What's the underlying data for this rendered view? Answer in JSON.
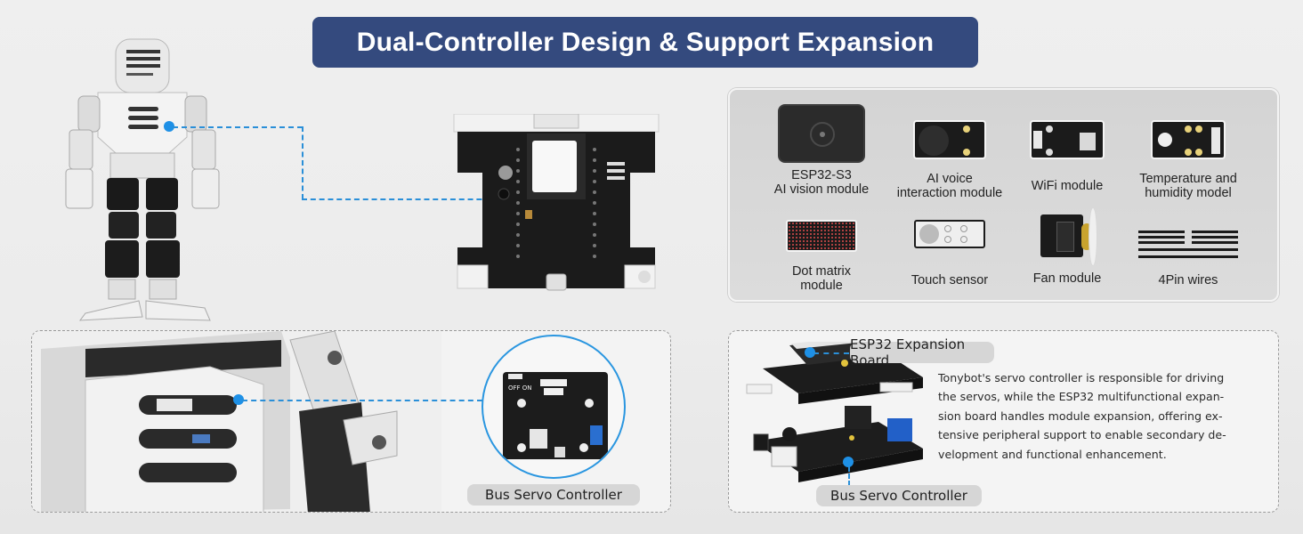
{
  "title": "Dual-Controller Design & Support Expansion",
  "colors": {
    "banner": "#344a7e",
    "leader_line": "#2a8fd8",
    "pill_bg": "#d6d6d6"
  },
  "top_left": {
    "robot_image": "humanoid-robot",
    "board_image": "esp32-expansion-board"
  },
  "modules_panel": {
    "items": [
      {
        "icon": "camera-module-icon",
        "label_lines": [
          "ESP32-S3",
          "AI vision module"
        ]
      },
      {
        "icon": "speaker-module-icon",
        "label_lines": [
          "AI voice",
          "interaction module"
        ]
      },
      {
        "icon": "wifi-module-icon",
        "label_lines": [
          "WiFi module"
        ]
      },
      {
        "icon": "temperature-sensor-icon",
        "label_lines": [
          "Temperature and",
          "humidity model"
        ]
      },
      {
        "icon": "dot-matrix-icon",
        "label_lines": [
          "Dot matrix",
          "module"
        ]
      },
      {
        "icon": "touch-sensor-icon",
        "label_lines": [
          "Touch sensor"
        ]
      },
      {
        "icon": "fan-module-icon",
        "label_lines": [
          "Fan module"
        ]
      },
      {
        "icon": "wires-icon",
        "label_lines": [
          "4Pin wires"
        ]
      }
    ]
  },
  "bottom_left": {
    "callout_label": "Bus Servo Controller",
    "board_texts": {
      "off": "OFF",
      "on": "ON"
    }
  },
  "bottom_right": {
    "top_label": "ESP32 Expansion Board",
    "bottom_label": "Bus Servo Controller",
    "description_lines": [
      "Tonybot's servo controller is responsible for driving",
      "the servos, while the ESP32 multifunctional expan-",
      "sion board handles module expansion, offering ex-",
      "tensive peripheral support to enable secondary de-",
      "velopment and functional enhancement."
    ]
  }
}
